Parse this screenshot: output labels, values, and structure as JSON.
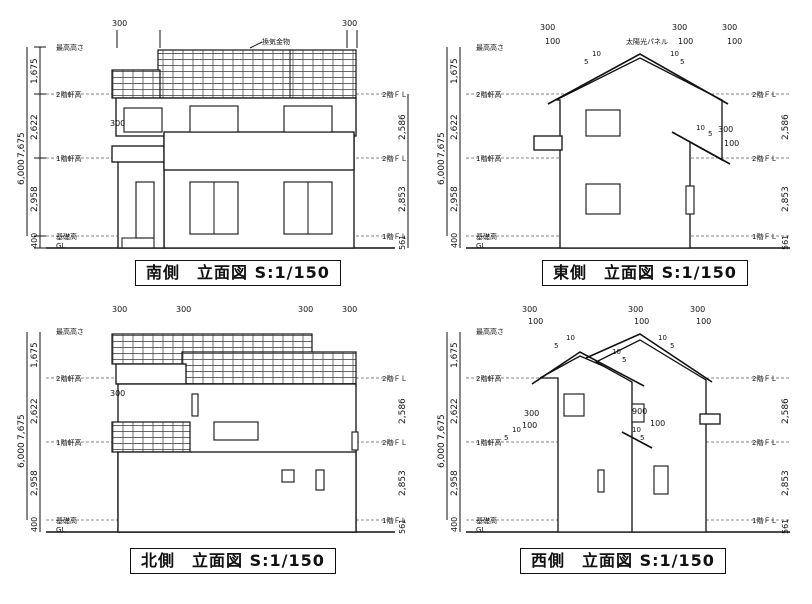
{
  "colors": {
    "ink": "#111111",
    "paper": "#ffffff"
  },
  "captions": {
    "south": "南側　立面図 S:1/150",
    "east": "東側　立面図 S:1/150",
    "north": "北側　立面図 S:1/150",
    "west": "西側　立面図 S:1/150"
  },
  "levels": {
    "max_height": "最高高さ",
    "eave_2f": "2階軒高",
    "eave_1f": "1階軒高",
    "foundation": "基礎高",
    "gl": "GL",
    "fl_2f": "2階ＦＬ",
    "fl_1f": "1階ＦＬ"
  },
  "dims": {
    "total": "7,675",
    "lower_total": "6,000",
    "top": "1,675",
    "upper": "2,622",
    "lower": "2,958",
    "base": "400",
    "right_upper": "2,586",
    "right_lower": "2,853",
    "right_base": "561",
    "d300": "300",
    "d100": "100",
    "d900": "900",
    "pitch_rise": "10",
    "pitch_run": "5"
  },
  "notes": {
    "vent": "換気金物",
    "solar": "太陽光パネル"
  }
}
